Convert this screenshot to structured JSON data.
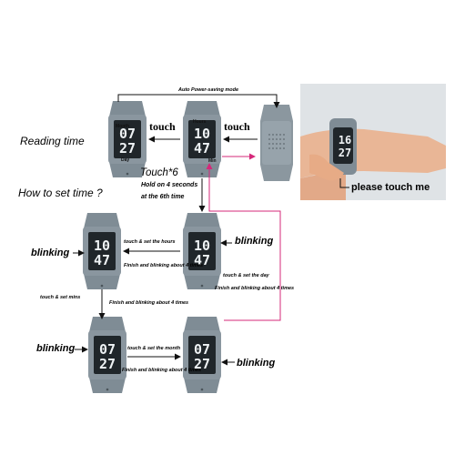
{
  "auto_mode": "Auto Power-saving mode",
  "reading_time": "Reading time",
  "how_to_set": "How to set time ?",
  "touch_left": "touch",
  "touch_right": "touch",
  "touch6": "Touch*6",
  "hold_line1": "Hold on 4 seconds",
  "hold_line2": "at the 6th time",
  "please_touch": "please touch me",
  "watch_labels": {
    "month": "Month",
    "day": "Day",
    "hours": "Hours",
    "min": "Min"
  },
  "displays": {
    "date": {
      "top": "07",
      "bottom": "27"
    },
    "time": {
      "top": "10",
      "bottom": "47"
    },
    "photo": {
      "top": "16",
      "bottom": "27"
    }
  },
  "steps": {
    "blink1": "blinking",
    "blink2": "blinking",
    "blink3": "blinking",
    "blink4": "blinking",
    "touch_hours": "touch & set the hours",
    "finish1": "Finish and blinking about 4 times",
    "touch_day": "touch & set the day",
    "finish2": "Finish and blinking about 4 times",
    "touch_mins": "touch & set mins",
    "finish3": "Finish and blinking about 4 times",
    "touch_month": "touch & set the month",
    "finish4": "Finish and blinking about 4 times"
  },
  "colors": {
    "watch": "#7f8c95",
    "watch_dark": "#5e6a72",
    "screen": "#20262a",
    "accent_arrow": "#d6287a"
  }
}
